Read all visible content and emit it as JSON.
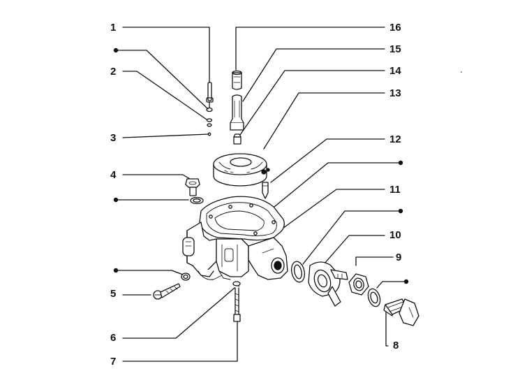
{
  "diagram": {
    "callouts": {
      "c1": "1",
      "c2": "2",
      "c3": "3",
      "c4": "4",
      "c5": "5",
      "c6": "6",
      "c7": "7",
      "c8": "8",
      "c9": "9",
      "c10": "10",
      "c11": "11",
      "c12": "12",
      "c13": "13",
      "c14": "14",
      "c15": "15",
      "c16": "16"
    },
    "colors": {
      "ink": "#111111",
      "paper": "#ffffff",
      "shade": "#cfcfcf"
    }
  }
}
